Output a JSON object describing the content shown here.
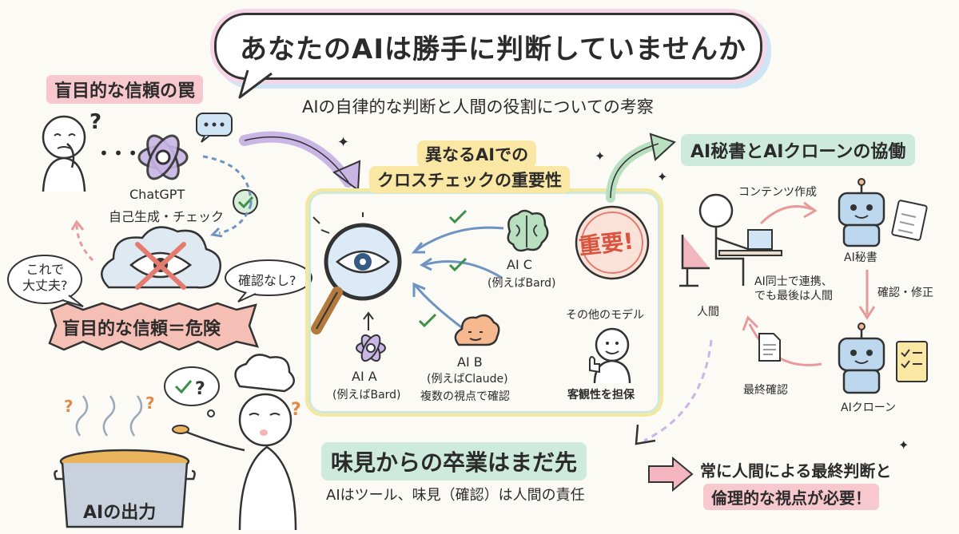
{
  "header": {
    "title": "あなたのAIは勝手に判断していませんか",
    "subtitle": "AIの自律的な判断と人間の役割についての考察"
  },
  "blind_trust": {
    "heading": "盲目的な信頼の罠",
    "chatgpt_label": "ChatGPT",
    "self_check_label": "自己生成・チェック",
    "bubble_left": "これで\n大丈夫?",
    "bubble_right": "確認なし?",
    "danger_banner": "盲目的な信頼＝危険",
    "pot_label": "AIの出力"
  },
  "cross_check": {
    "heading_line1": "異なるAIでの",
    "heading_line2": "クロスチェックの重要性",
    "important_stamp": "重要!",
    "ai_a_name": "AI A",
    "ai_a_example": "(例えばBard)",
    "ai_b_name": "AI B",
    "ai_b_example": "(例えばClaude)",
    "ai_b_note": "複数の視点で確認",
    "ai_c_name": "AI C",
    "ai_c_example": "(例えばBard)",
    "other_models": "その他のモデル",
    "objectivity": "客観性を担保"
  },
  "collaboration": {
    "heading": "AI秘書とAIクローンの協働",
    "content_creation": "コンテンツ作成",
    "ai_secretary": "AI秘書",
    "human": "人間",
    "ai_cooperation_note": "AI同士で連携、\nでも最後は人間",
    "confirm_fix": "確認・修正",
    "final_check": "最終確認",
    "ai_clone": "AIクローン"
  },
  "footer": {
    "graduation_heading": "味見からの卒業はまだ先",
    "graduation_sub": "AIはツール、味見（確認）は人間の責任",
    "conclusion_line1": "常に人間による最終判断と",
    "conclusion_line2": "倫理的な視点が必要！"
  },
  "colors": {
    "pink": "#f7c9cf",
    "mint": "#cdeadc",
    "yellow": "#fbe7a4",
    "blue": "#cfe4f5",
    "lavender": "#c9b6e4",
    "ink": "#2b2b2b"
  }
}
